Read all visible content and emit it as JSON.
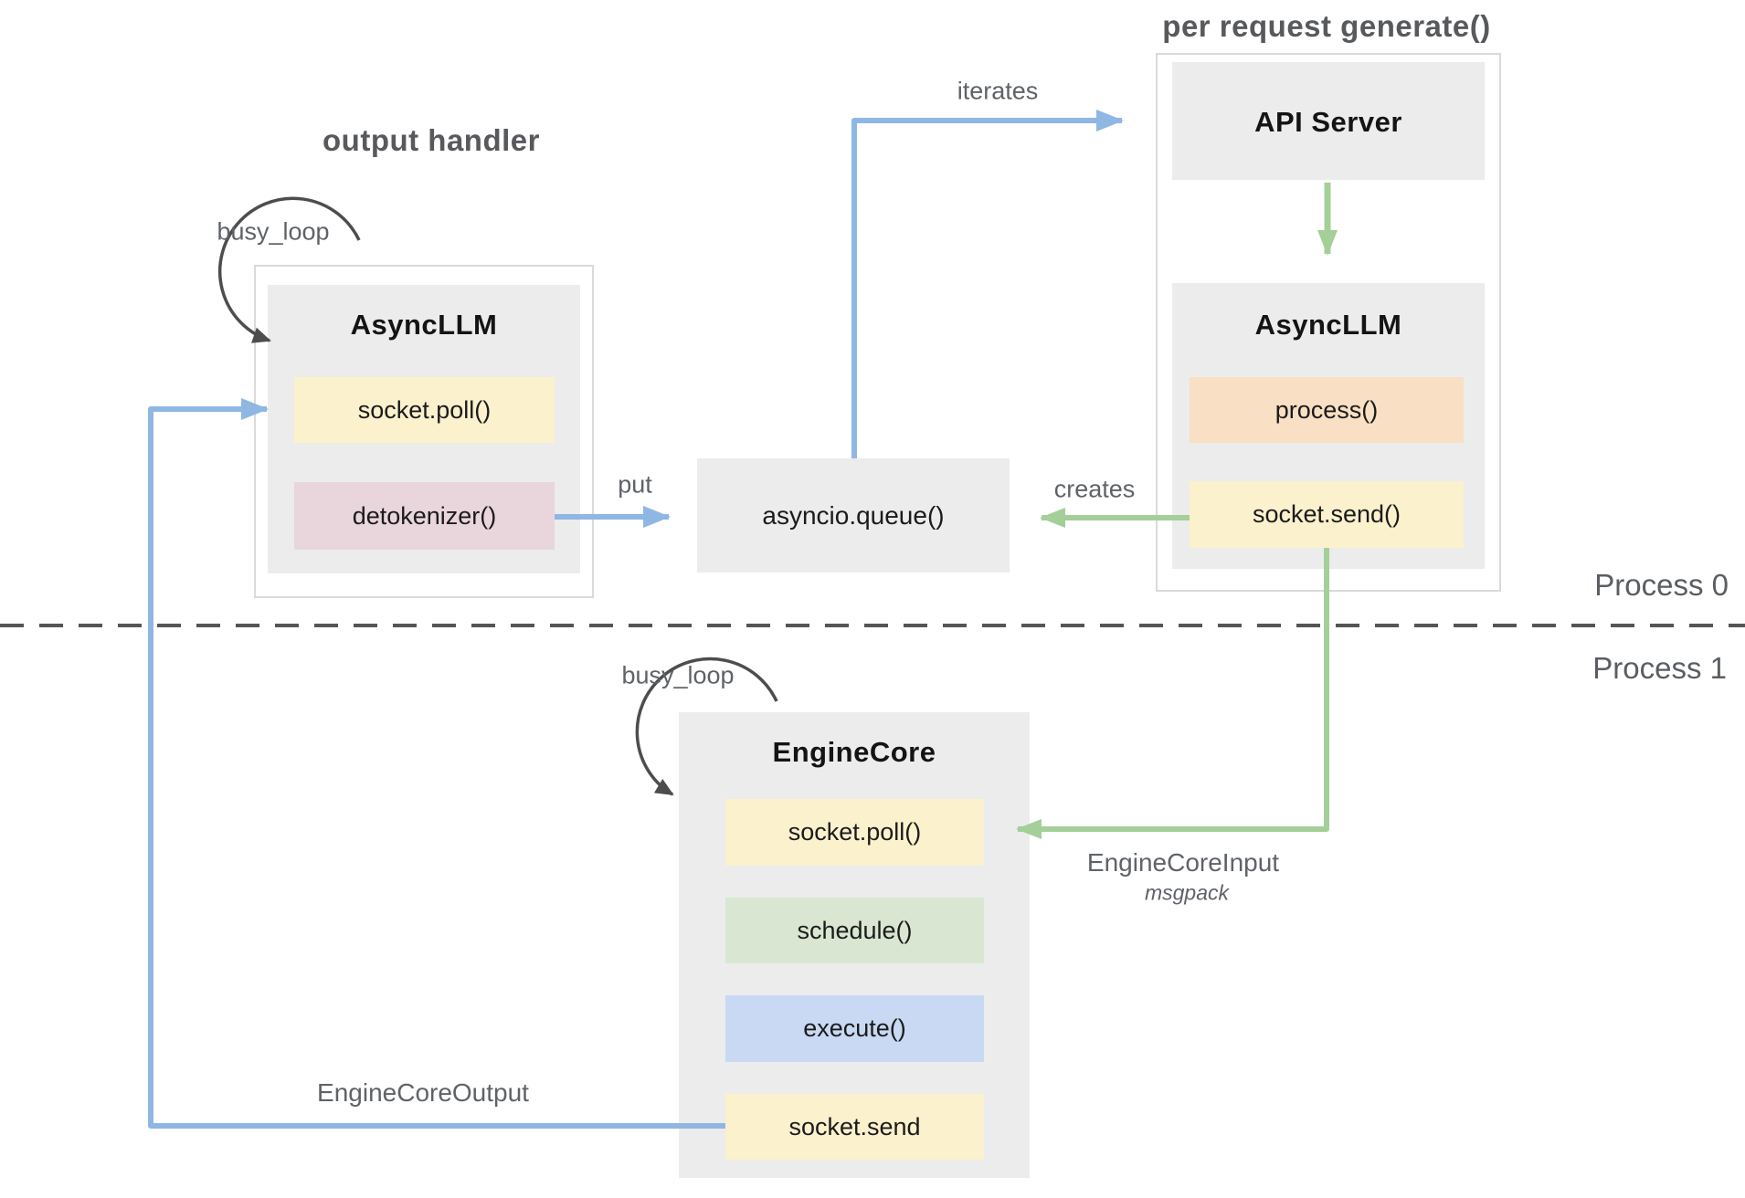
{
  "titles": {
    "output_handler": "output handler",
    "per_request_generate": "per request generate()",
    "process0": "Process 0",
    "process1": "Process 1"
  },
  "async_llm_left": {
    "busy_loop": "busy_loop",
    "title": "AsyncLLM",
    "socket_poll": "socket.poll()",
    "detokenizer": "detokenizer()"
  },
  "api_server": {
    "title": "API Server"
  },
  "async_llm_right": {
    "title": "AsyncLLM",
    "process": "process()",
    "socket_send": "socket.send()"
  },
  "queue": {
    "label": "asyncio.queue()"
  },
  "engine_core": {
    "busy_loop": "busy_loop",
    "title": "EngineCore",
    "socket_poll": "socket.poll()",
    "schedule": "schedule()",
    "execute": "execute()",
    "socket_send": "socket.send"
  },
  "edges": {
    "iterates": "iterates",
    "put": "put",
    "creates": "creates",
    "engine_core_input": "EngineCoreInput",
    "engine_core_input_format": "msgpack",
    "engine_core_output": "EngineCoreOutput"
  },
  "colors": {
    "box_gray": "#ececec",
    "container_border": "#dadada",
    "yellow": "#fbf1cd",
    "peach": "#f9dfc4",
    "pink": "#e9d6dc",
    "green_fill": "#d9e7d2",
    "blue_fill": "#c9d9f4",
    "arrow_blue": "#8fb7e3",
    "arrow_green": "#a5cf99",
    "arrow_dark": "#4d4d4d",
    "label_gray": "#5f6368"
  }
}
